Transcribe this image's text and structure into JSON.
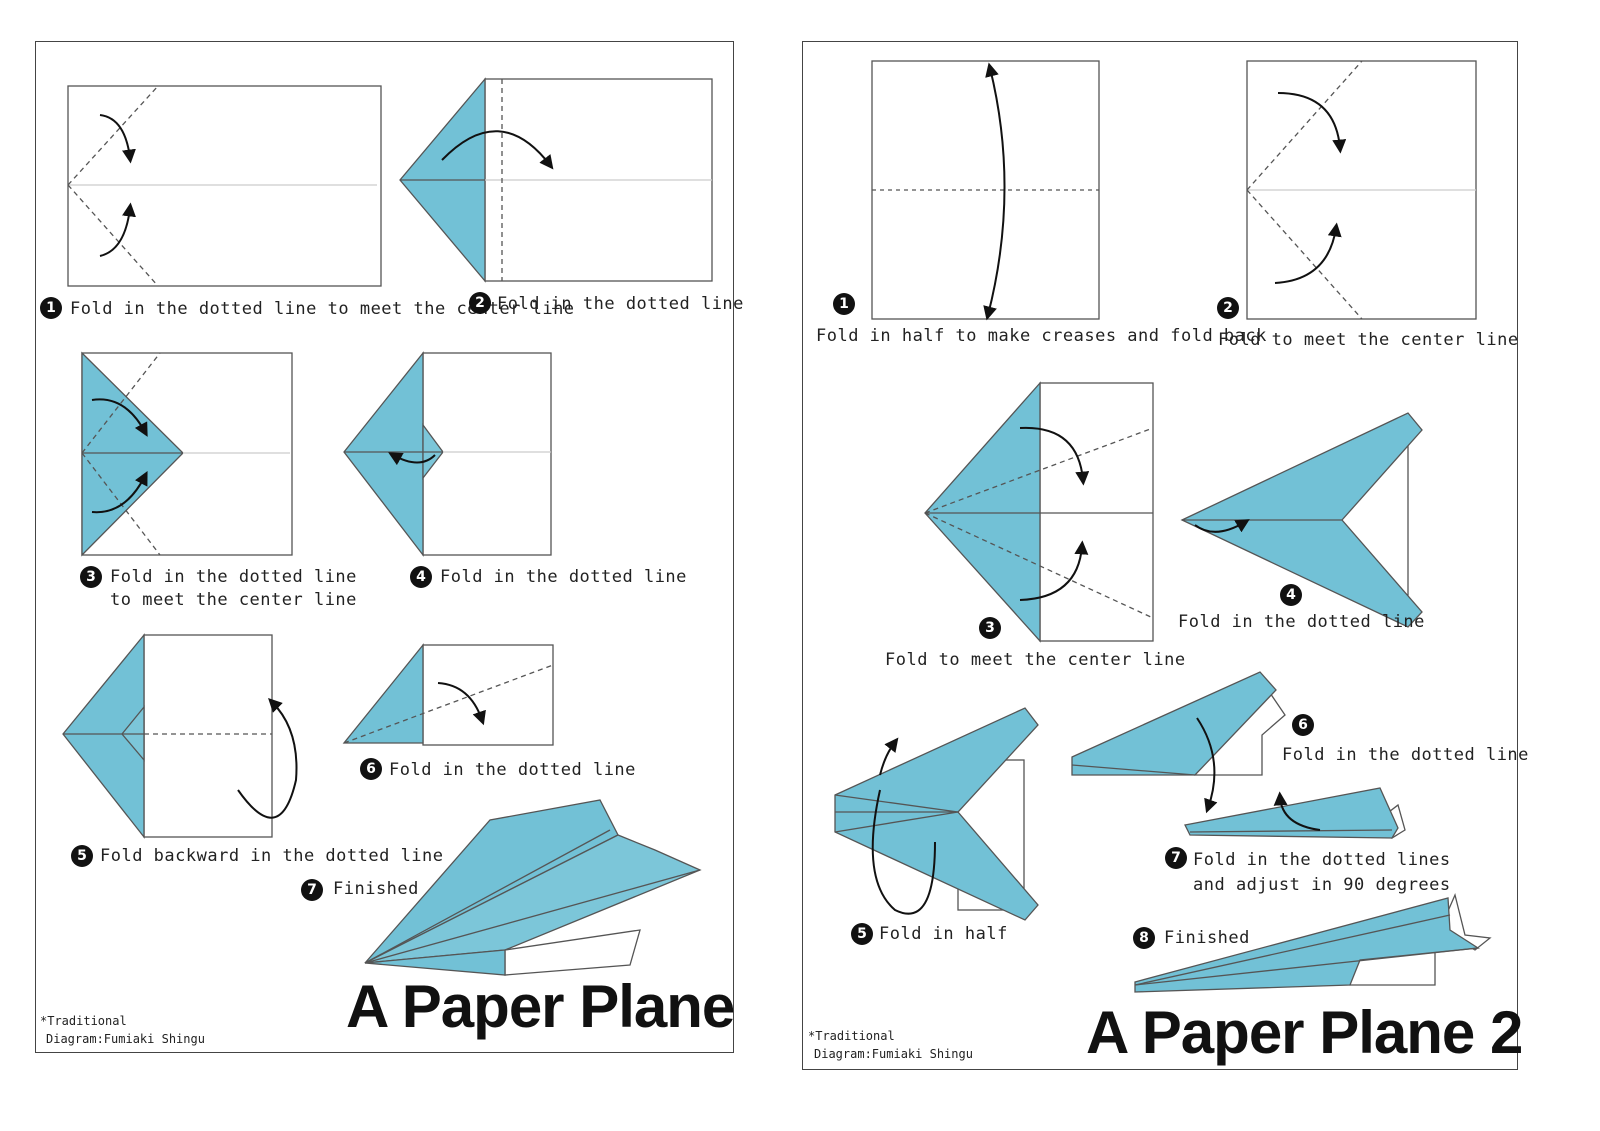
{
  "colors": {
    "paper_blue": "#72c1d6",
    "paper_blue_light": "#7cc6d9",
    "outline": "#555555"
  },
  "left_sheet": {
    "title": "A Paper Plane",
    "credit_1": "*Traditional",
    "credit_2": "Diagram:Fumiaki Shingu",
    "steps": [
      {
        "num": "1",
        "text": "Fold in the dotted line to meet the center line"
      },
      {
        "num": "2",
        "text": "Fold in the dotted line"
      },
      {
        "num": "3",
        "text": "Fold in the dotted line",
        "text2": "to meet the center line"
      },
      {
        "num": "4",
        "text": "Fold in the dotted line"
      },
      {
        "num": "5",
        "text": "Fold backward in the dotted line"
      },
      {
        "num": "6",
        "text": "Fold in the dotted line"
      },
      {
        "num": "7",
        "text": "Finished"
      }
    ]
  },
  "right_sheet": {
    "title": "A Paper Plane 2",
    "credit_1": "*Traditional",
    "credit_2": "Diagram:Fumiaki Shingu",
    "steps": [
      {
        "num": "1",
        "text": "Fold in half to make creases and fold back"
      },
      {
        "num": "2",
        "text": "Fold to meet the center line"
      },
      {
        "num": "3",
        "text": "Fold to meet the center line"
      },
      {
        "num": "4",
        "text": "Fold in the dotted line"
      },
      {
        "num": "5",
        "text": "Fold in half"
      },
      {
        "num": "6",
        "text": "Fold in the dotted line"
      },
      {
        "num": "7",
        "text": "Fold in the dotted lines",
        "text2": "and adjust in 90 degrees"
      },
      {
        "num": "8",
        "text": "Finished"
      }
    ]
  }
}
